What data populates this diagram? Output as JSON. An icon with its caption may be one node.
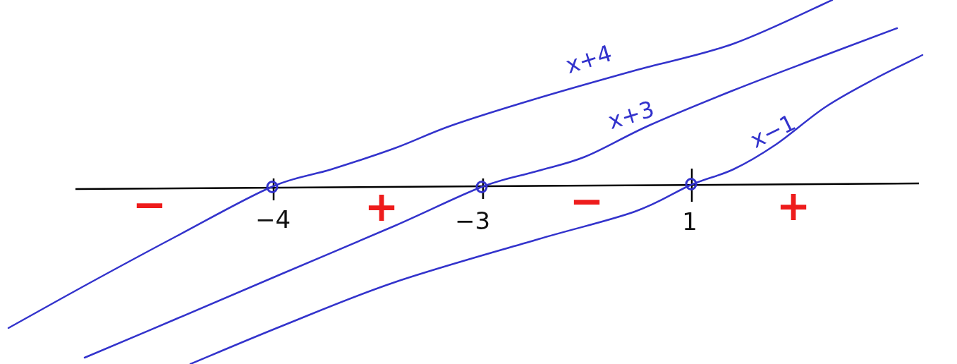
{
  "diagram": {
    "labels": [
      "x+4",
      "x+3",
      "x−1",
      "−",
      "−4",
      "+",
      "−3",
      "−",
      "1",
      "+"
    ]
  }
}
